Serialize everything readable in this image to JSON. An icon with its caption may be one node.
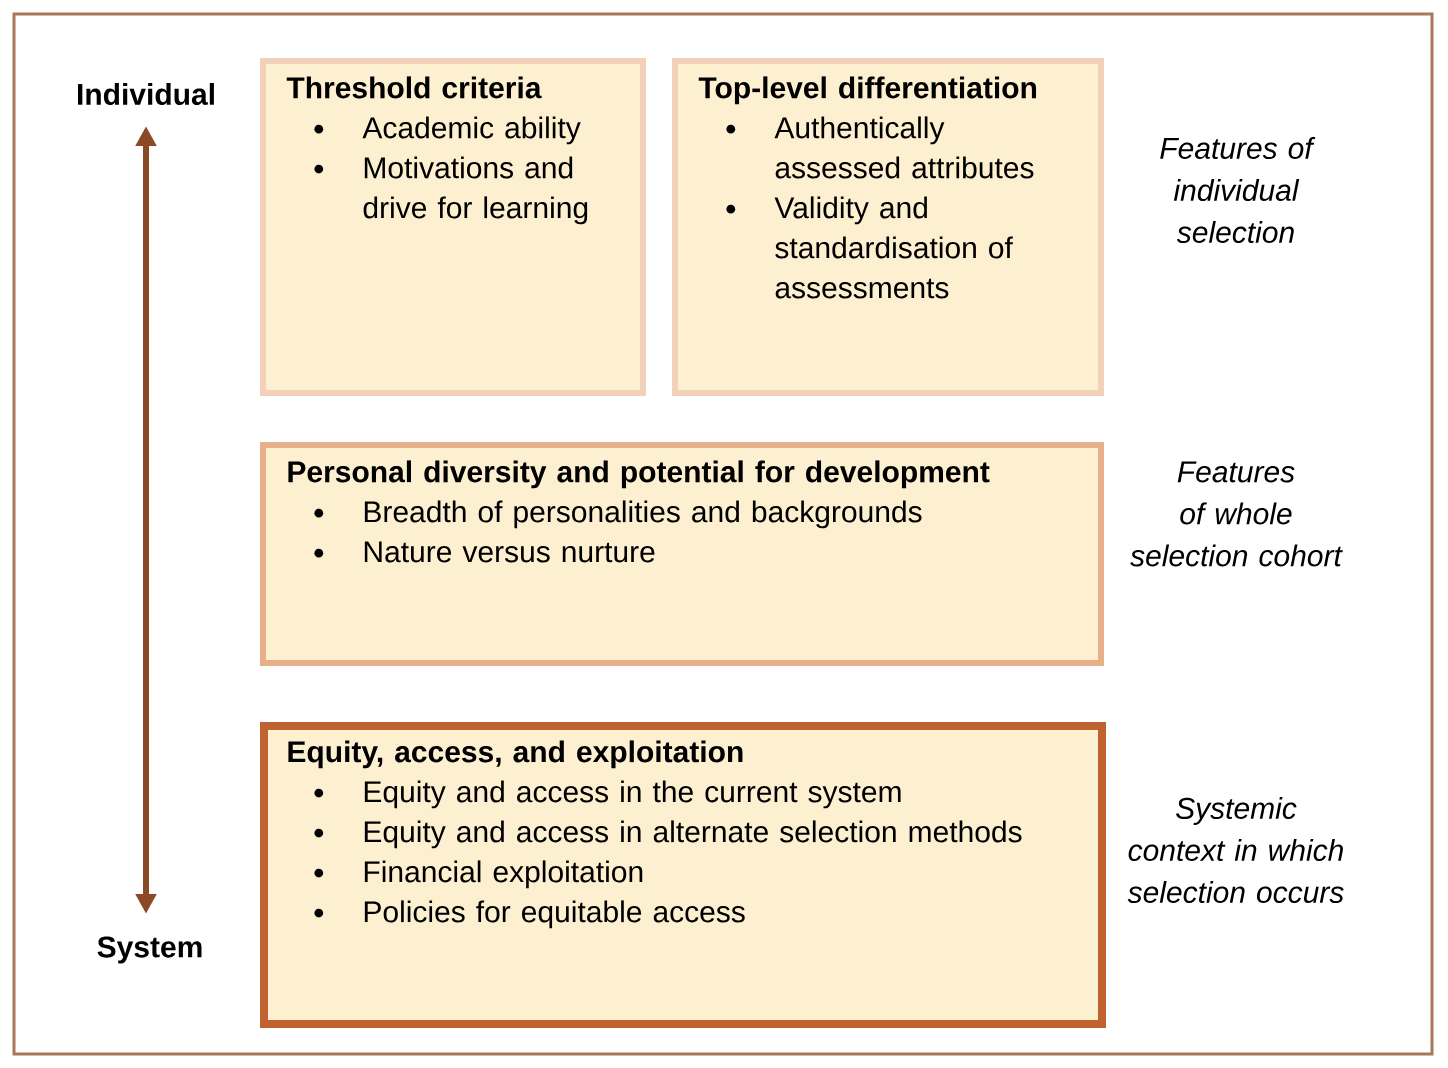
{
  "diagram": {
    "nodes": [
      {
        "text": [
          "Threshold criteria",
          "Academic ability",
          "Motivations and drive for learning"
        ]
      },
      {
        "text": [
          "Top-level differentiation",
          "Authentically assessed attributes",
          "Validity and standardisation of assessments"
        ]
      },
      {
        "text": [
          "Personal diversity and potential for development",
          "Breadth of personalities and backgrounds",
          "Nature versus nurture"
        ]
      },
      {
        "text": [
          "Equity, access, and exploitation",
          "Equity and access in the current system",
          "Equity and access in alternate selection methods",
          "Financial exploitation",
          "Policies for equitable access"
        ]
      }
    ],
    "labels": [
      "Individual",
      "Features of individual selection",
      "Features of whole selection cohort",
      "Systemic context in which selection occurs",
      "System"
    ]
  }
}
